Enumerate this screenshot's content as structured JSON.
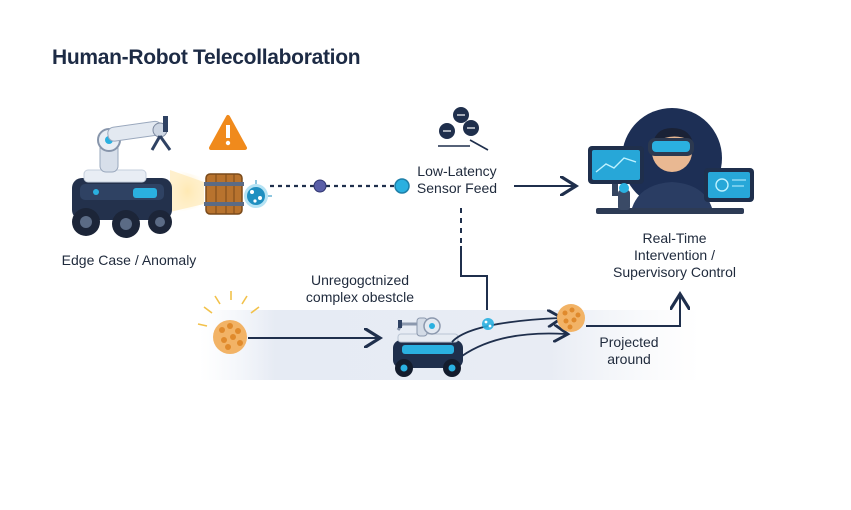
{
  "title": "Human-Robot Telecollaboration",
  "labels": {
    "edge_case": "Edge Case / Anomaly",
    "sensor_feed_line1": "Low-Latency",
    "sensor_feed_line2": "Sensor Feed",
    "intervention_line1": "Real-Time",
    "intervention_line2": "Intervention /",
    "intervention_line3": "Supervisory Control",
    "obstacle_line1": "Unregogctnized",
    "obstacle_line2": "complex obestcle",
    "projected_line1": "Projected",
    "projected_line2": "around"
  },
  "icons": {
    "warning": "warning-icon",
    "robot_arm": "robotic-arm-icon",
    "operator": "vr-operator-icon",
    "network": "network-nodes-icon"
  },
  "colors": {
    "accent_blue": "#2ab0e0",
    "warning_orange": "#f08a1c",
    "navy": "#1f2f4c",
    "obstacle_orange": "#e8a04a"
  }
}
